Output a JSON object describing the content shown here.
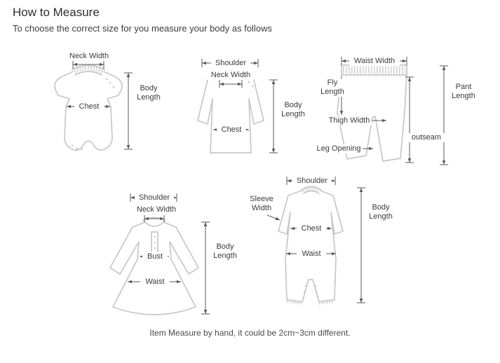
{
  "page": {
    "title": "How to Measure",
    "subtitle": "To choose the correct size for you measure your body as follows",
    "footer_note": "Item Measure by hand, it could be 2cm~3cm different."
  },
  "colors": {
    "garment_line": "#c7c7c7",
    "measure_line": "#5a5a5a",
    "text": "#3a3a3a"
  },
  "diagrams": {
    "bodysuit": {
      "labels": {
        "neck_width": "Neck Width",
        "chest": "Chest",
        "body_length": "Body Length"
      }
    },
    "shirt": {
      "labels": {
        "shoulder": "Shoulder",
        "neck_width": "Neck Width",
        "chest": "Chest",
        "body_length": "Body Length"
      }
    },
    "pants": {
      "labels": {
        "waist_width": "Waist Width",
        "fly_length": "Fly Length",
        "pant_length": "Pant Length",
        "thigh_width": "Thigh Width",
        "outseam": "outseam",
        "leg_opening": "Leg Opening"
      }
    },
    "dress": {
      "labels": {
        "shoulder": "Shoulder",
        "neck_width": "Neck Width",
        "bust": "Bust",
        "waist": "Waist",
        "body_length": "Body Length"
      }
    },
    "romper": {
      "labels": {
        "shoulder": "Shoulder",
        "sleeve_width": "Sleeve Width",
        "chest": "Chest",
        "waist": "Waist",
        "body_length": "Body Length"
      }
    }
  }
}
